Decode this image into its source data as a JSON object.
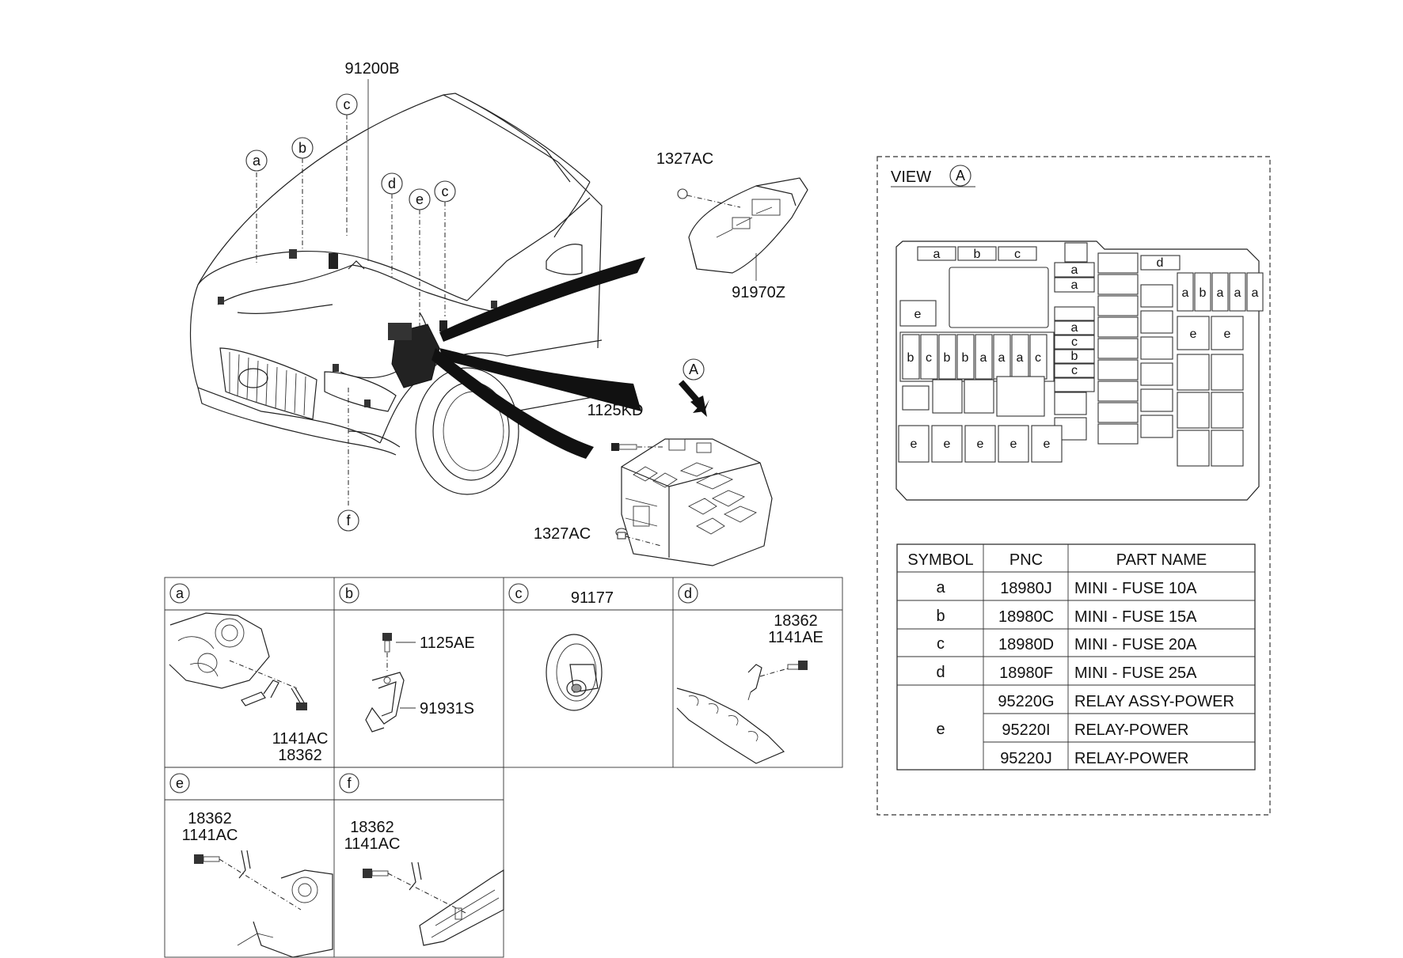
{
  "main_labels": {
    "harness": "91200B",
    "nut_top": "1327AC",
    "cover": "91970Z",
    "bolt_box": "1125KD",
    "nut_bottom": "1327AC",
    "view_marker": "A"
  },
  "callouts": [
    "a",
    "b",
    "c",
    "d",
    "e",
    "c",
    "f"
  ],
  "details": {
    "a": {
      "letter": "a",
      "labels": [
        "1141AC",
        "18362"
      ]
    },
    "b": {
      "letter": "b",
      "labels": [
        "1125AE",
        "91931S"
      ]
    },
    "c": {
      "letter": "c",
      "labels": [
        "91177"
      ]
    },
    "d": {
      "letter": "d",
      "labels": [
        "18362",
        "1141AE"
      ]
    },
    "e": {
      "letter": "e",
      "labels": [
        "18362",
        "1141AC"
      ]
    },
    "f": {
      "letter": "f",
      "labels": [
        "18362",
        "1141AC"
      ]
    }
  },
  "view": {
    "title": "VIEW",
    "marker": "A",
    "top_labels": [
      "a",
      "b",
      "c",
      "d"
    ],
    "stack_top": [
      "a",
      "a"
    ],
    "right_row": [
      "a",
      "b",
      "a",
      "a",
      "a"
    ],
    "left_e": "e",
    "mid_row": [
      "b",
      "c",
      "b",
      "b",
      "a",
      "a",
      "a",
      "c"
    ],
    "stack_mid": [
      "a",
      "c",
      "b",
      "c"
    ],
    "right_e": [
      "e",
      "e"
    ],
    "bottom_e": [
      "e",
      "e",
      "e",
      "e",
      "e"
    ]
  },
  "table": {
    "headers": [
      "SYMBOL",
      "PNC",
      "PART NAME"
    ],
    "rows": [
      {
        "symbol": "a",
        "pnc": "18980J",
        "name": "MINI - FUSE 10A"
      },
      {
        "symbol": "b",
        "pnc": "18980C",
        "name": "MINI - FUSE 15A"
      },
      {
        "symbol": "c",
        "pnc": "18980D",
        "name": "MINI - FUSE 20A"
      },
      {
        "symbol": "d",
        "pnc": "18980F",
        "name": "MINI - FUSE 25A"
      }
    ],
    "group_e": {
      "symbol": "e",
      "rows": [
        {
          "pnc": "95220G",
          "name": "RELAY ASSY-POWER"
        },
        {
          "pnc": "95220I",
          "name": "RELAY-POWER"
        },
        {
          "pnc": "95220J",
          "name": "RELAY-POWER"
        }
      ]
    }
  }
}
